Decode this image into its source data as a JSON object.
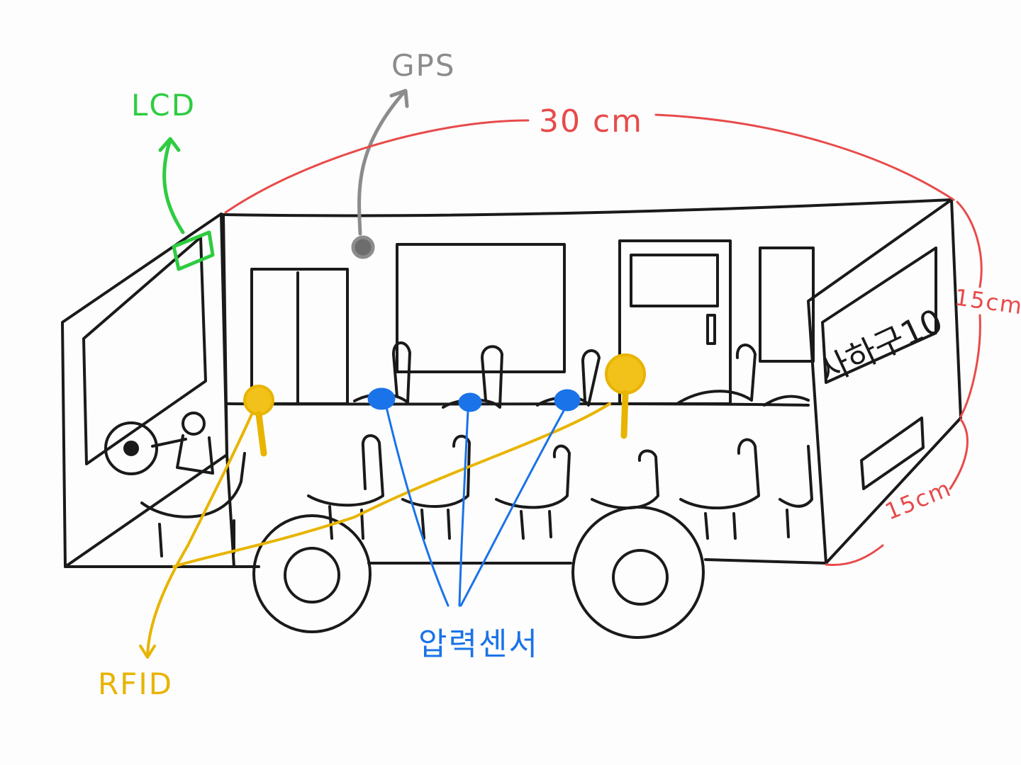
{
  "labels": {
    "lcd": "LCD",
    "gps": "GPS",
    "length": "30 cm",
    "height": "15cm",
    "depth": "15cm",
    "rfid": "RFID",
    "pressure_sensor": "압력센서",
    "bus_name": "사하구10"
  },
  "colors": {
    "outline": "#1a1a1a",
    "lcd": "#2ecc40",
    "gps": "#8c8c8c",
    "dimension": "#e84a4a",
    "rfid": "#e8b400",
    "pressure_sensor": "#1a73e8"
  },
  "icons": {
    "gps_module": "gps-dot-icon",
    "lcd_screen": "lcd-rectangle-icon",
    "rfid_reader": "rfid-blob-icon",
    "pressure_sensor": "pressure-dot-icon"
  }
}
